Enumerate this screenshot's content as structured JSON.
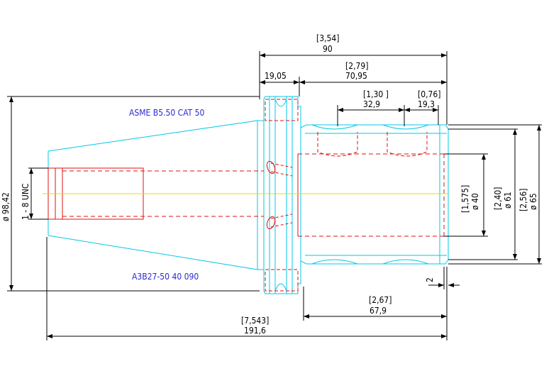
{
  "labels": {
    "spec": "ASME B5.50 CAT 50",
    "part_number": "A3B27-50 40 090"
  },
  "dimensions": {
    "overall_gauge_len": {
      "inch": "[3,54]",
      "mm": "90"
    },
    "body_len": {
      "inch": "[2,79]",
      "mm": "70,95"
    },
    "flange_width": {
      "mm": "19,05"
    },
    "pocket_spacing": {
      "inch": "[1,30 ]",
      "mm": "32,9"
    },
    "pocket_end": {
      "inch": "[0,76]",
      "mm": "19,3"
    },
    "bore_dia": {
      "inch": "[1,575]",
      "mm": "ø 40"
    },
    "nose_dia_61": {
      "inch": "[2,40]",
      "mm": "ø 61"
    },
    "nose_dia_65": {
      "inch": "[2,56]",
      "mm": "ø 65"
    },
    "taper_dia": {
      "mm": "ø 98,42"
    },
    "thread": {
      "text": "1 - 8 UNC"
    },
    "bore_depth": {
      "inch": "[2,67]",
      "mm": "67,9"
    },
    "overall_len": {
      "inch": "[7,543]",
      "mm": "191,6"
    },
    "chamfer": {
      "mm": "2"
    }
  },
  "colors": {
    "outline": "#00c8e8",
    "hidden": "#e01010",
    "centerline": "#e0e000",
    "dimension": "#000000",
    "label": "#2a2ad0"
  }
}
